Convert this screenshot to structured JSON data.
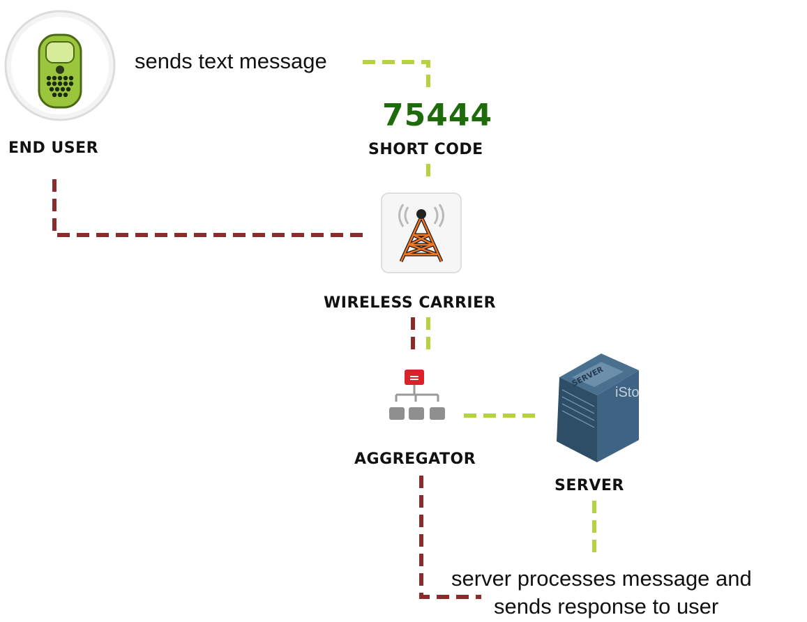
{
  "steps": {
    "sends_text": "sends text message",
    "server_response_line1": "server processes message and",
    "server_response_line2": "sends response to user"
  },
  "short_code": {
    "number": "75444",
    "label": "SHORT CODE"
  },
  "nodes": {
    "end_user": "END USER",
    "wireless_carrier": "WIRELESS CARRIER",
    "aggregator": "AGGREGATOR",
    "server": "SERVER"
  },
  "icons": {
    "end_user": "mobile-phone-icon",
    "wireless_carrier": "cell-tower-icon",
    "aggregator": "network-hierarchy-icon",
    "server": "server-box-icon",
    "server_watermark_text": "iSto",
    "server_badge_text": "SERVER"
  },
  "colors": {
    "outbound_path": "#b5d33d",
    "return_path": "#8b2b2b",
    "short_code": "#1e6b0c",
    "label": "#111111"
  }
}
